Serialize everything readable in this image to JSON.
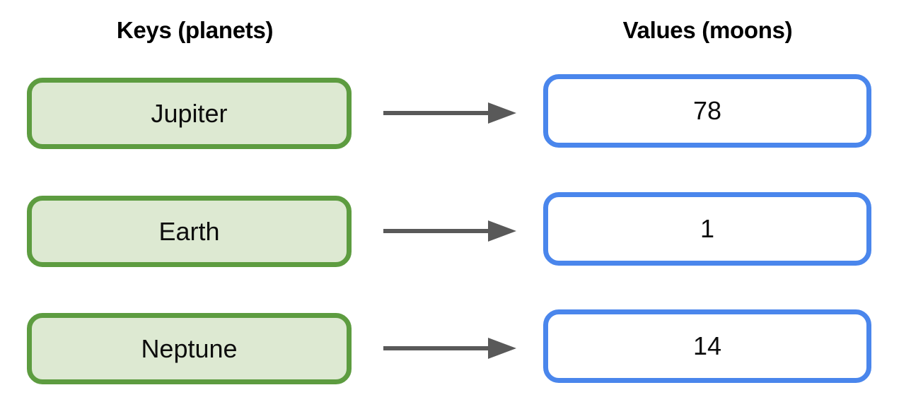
{
  "title": "Dictionary key-to-value mapping diagram",
  "columns": {
    "keys_header": "Keys (planets)",
    "values_header": "Values (moons)"
  },
  "colors": {
    "key_border": "#5d9c40",
    "key_fill": "#dde9d2",
    "value_border": "#4a86ec",
    "value_fill": "#ffffff",
    "arrow": "#595959",
    "text": "#0d0d0d",
    "background": "#ffffff"
  },
  "mappings": [
    {
      "key": "Jupiter",
      "value": "78",
      "connector": "arrow-right-icon"
    },
    {
      "key": "Earth",
      "value": "1",
      "connector": "arrow-right-icon"
    },
    {
      "key": "Neptune",
      "value": "14",
      "connector": "arrow-right-icon"
    }
  ]
}
